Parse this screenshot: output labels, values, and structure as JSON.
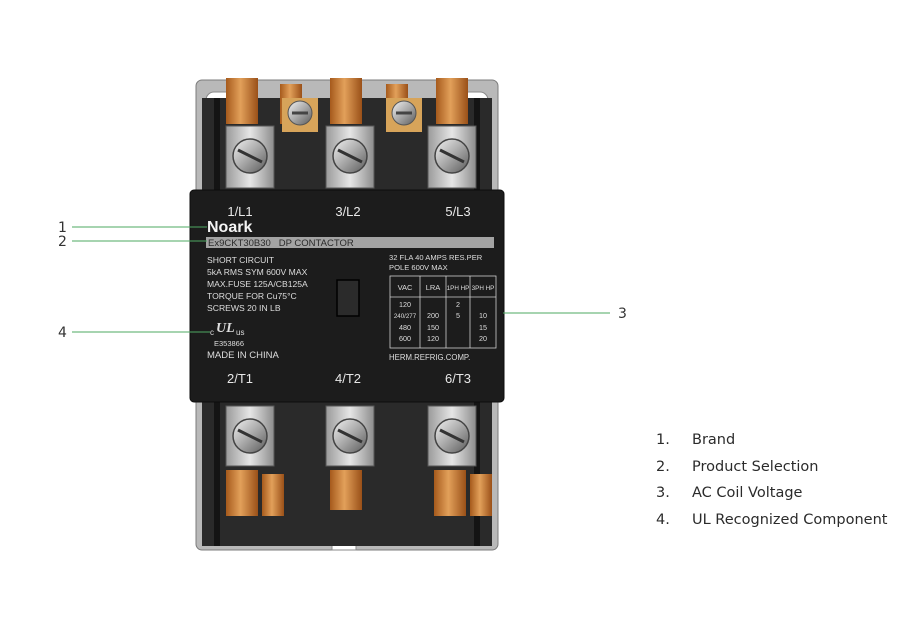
{
  "device": {
    "brand": "Noark",
    "model_line": "Ex9CKT30B30   DP CONTACTOR",
    "terminals_top": [
      "1/L1",
      "3/L2",
      "5/L3"
    ],
    "terminals_bottom": [
      "2/T1",
      "4/T2",
      "6/T3"
    ],
    "spec_left": [
      "SHORT CIRCUIT",
      "5kA RMS SYM 600V MAX",
      "MAX.FUSE 125A/CB125A",
      "TORQUE FOR Cu75°C",
      "SCREWS 20 IN LB"
    ],
    "ul_mark": "UL",
    "ul_prefix": "c",
    "ul_suffix": "us",
    "file_no": "E353866",
    "origin": "MADE IN CHINA",
    "rating_line1": "32 FLA 40 AMPS RES.PER",
    "rating_line2": "POLE 600V MAX",
    "table_headers": [
      "VAC",
      "LRA",
      "1PH HP",
      "3PH HP"
    ],
    "table_cols": {
      "vac": [
        "120",
        "240/277",
        "480",
        "600"
      ],
      "lra": [
        "",
        "200",
        "150",
        "120"
      ],
      "hp1": [
        "2",
        "5",
        "",
        ""
      ],
      "hp3": [
        "",
        "10",
        "15",
        "20"
      ]
    },
    "footer": "HERM.REFRIG.COMP."
  },
  "callouts": [
    "1",
    "2",
    "3",
    "4"
  ],
  "legend": [
    {
      "num": "1.",
      "label": "Brand"
    },
    {
      "num": "2.",
      "label": "Product Selection"
    },
    {
      "num": "3.",
      "label": "AC Coil Voltage"
    },
    {
      "num": "4.",
      "label": "UL Recognized Component"
    }
  ],
  "colors": {
    "callout_line": "#4ea862",
    "body": "#1c1c1c",
    "copper": "#c8782e"
  }
}
